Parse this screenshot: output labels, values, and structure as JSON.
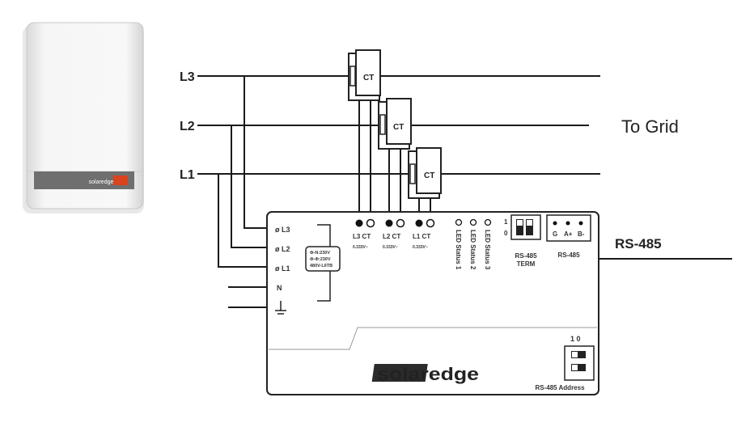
{
  "lines": {
    "l3": "L3",
    "l2": "L2",
    "l1": "L1"
  },
  "grid_label": "To Grid",
  "rs485_label": "RS-485",
  "ct_label": "CT",
  "terminals": {
    "l3": "ø L3",
    "l2": "ø L2",
    "l1": "ø L1",
    "n": "N"
  },
  "voltage_box": [
    "Φ-N:230V",
    "Φ-Φ:230V",
    "480V-L6TB"
  ],
  "ct_inputs": [
    {
      "name": "L3 CT",
      "rating": "0.333V~"
    },
    {
      "name": "L2 CT",
      "rating": "0.333V~"
    },
    {
      "name": "L1 CT",
      "rating": "0.333V~"
    }
  ],
  "led_labels": [
    "LED Status 1",
    "LED Status 2",
    "LED Status 3"
  ],
  "term": {
    "top": "1",
    "bottom": "0",
    "label1": "RS-485",
    "label2": "TERM"
  },
  "rs485_port": {
    "pins": [
      "G",
      "A+",
      "B-"
    ],
    "label": "RS-485"
  },
  "address": {
    "bits": "1  0",
    "label": "RS-485 Address"
  },
  "logo": "solaredge",
  "inverter_logo": "solaredge"
}
